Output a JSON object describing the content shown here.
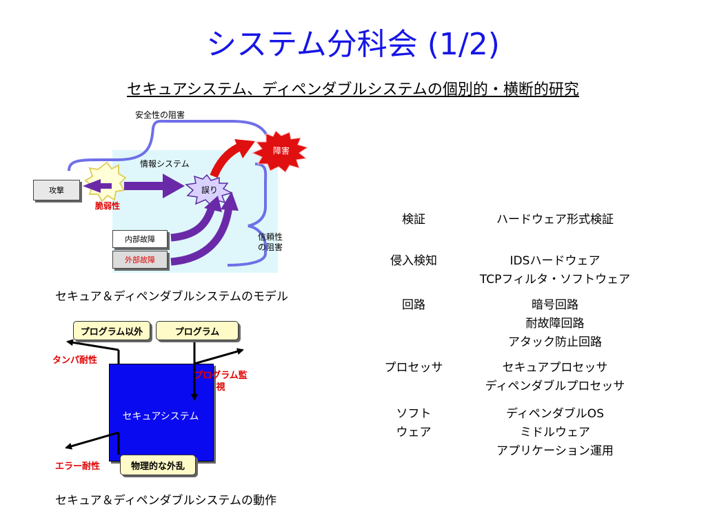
{
  "title": "システム分科会 (1/2)",
  "subtitle": "セキュアシステム、ディペンダブルシステムの個別的・横断的研究",
  "model": {
    "safety_hazard": "安全性の阻害",
    "info_system": "情報システム",
    "attack": "攻撃",
    "vulnerability": "脆弱性",
    "error": "誤り",
    "failure": "障害",
    "internal_fault": "内部故障",
    "external_fault": "外部故障",
    "reliability_hazard_1": "信頼性",
    "reliability_hazard_2": "の阻害",
    "caption": "セキュア＆ディペンダブルシステムのモデル"
  },
  "operation": {
    "non_program": "プログラム以外",
    "program": "プログラム",
    "tamper": "タンパ耐性",
    "program_monitor_1": "プログラム監",
    "program_monitor_2": "視",
    "secure_system": "セキュアシステム",
    "error_tolerance": "エラー耐性",
    "physical_disturbance": "物理的な外乱",
    "caption": "セキュア＆ディペンダブルシステムの動作"
  },
  "table": [
    {
      "left": [
        "検証"
      ],
      "right": [
        "ハードウェア形式検証"
      ]
    },
    {
      "left": [
        "侵入検知"
      ],
      "right": [
        "IDSハードウェア",
        "TCPフィルタ・ソフトウェア"
      ]
    },
    {
      "left": [
        "回路"
      ],
      "right": [
        "暗号回路",
        "耐故障回路",
        "アタック防止回路"
      ]
    },
    {
      "left": [
        "プロセッサ"
      ],
      "right": [
        "セキュアプロセッサ",
        "ディペンダブルプロセッサ"
      ]
    },
    {
      "left": [
        "ソフト",
        "ウェア"
      ],
      "right": [
        "ディペンダブルOS",
        "ミドルウェア",
        "アプリケーション運用"
      ]
    }
  ],
  "colors": {
    "title": "#1515e6",
    "arrow_purple": "#6a2aa8",
    "arrow_red": "#e01010",
    "brace_blue": "#6f6fe8",
    "system_bg": "#dff7fb",
    "secure_box": "#0a0af0"
  }
}
